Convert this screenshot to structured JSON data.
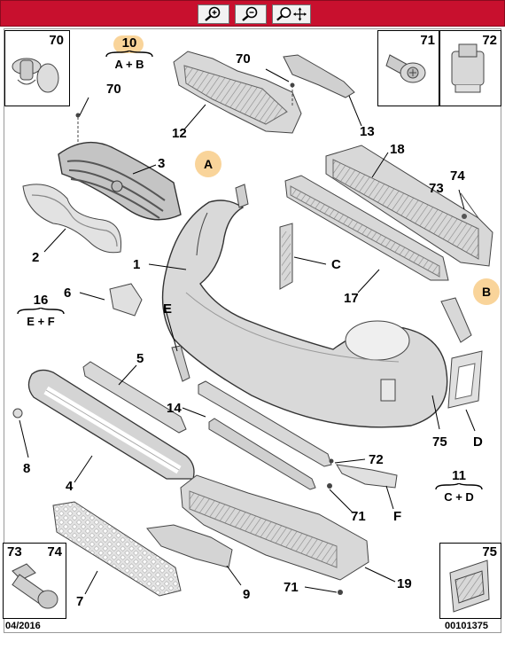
{
  "toolbar": {
    "buttons": [
      {
        "icon": "zoom-in-icon"
      },
      {
        "icon": "zoom-out-icon"
      },
      {
        "icon": "zoom-pan-icon"
      }
    ]
  },
  "colors": {
    "toolbar": "#c8102e",
    "highlight": "#f9d49a",
    "part": "#d8d8d8",
    "outline": "#444444"
  },
  "legend_boxes": {
    "box70": "70",
    "box71": "71",
    "box72": "72",
    "box7374_a": "73",
    "box7374_b": "74",
    "box75": "75"
  },
  "groups": {
    "g10": {
      "num": "10",
      "sub": "A + B"
    },
    "g16": {
      "num": "16",
      "sub": "E + F"
    },
    "g11": {
      "num": "11",
      "sub": "C + D"
    }
  },
  "markers": {
    "A": "A",
    "B": "B"
  },
  "callouts": {
    "c70": "70",
    "c12": "12",
    "c13": "13",
    "c70b": "70",
    "c3": "3",
    "c2": "2",
    "c18": "18",
    "c74": "74",
    "c73": "73",
    "c1": "1",
    "cC": "C",
    "c17": "17",
    "c6": "6",
    "cE": "E",
    "c5": "5",
    "c14": "14",
    "c8": "8",
    "c4": "4",
    "c72": "72",
    "c71": "71",
    "cF": "F",
    "c75": "75",
    "cD": "D",
    "c7": "7",
    "c9": "9",
    "c71b": "71",
    "c19": "19"
  },
  "footer": {
    "date": "04/2016",
    "ref": "00101375"
  }
}
